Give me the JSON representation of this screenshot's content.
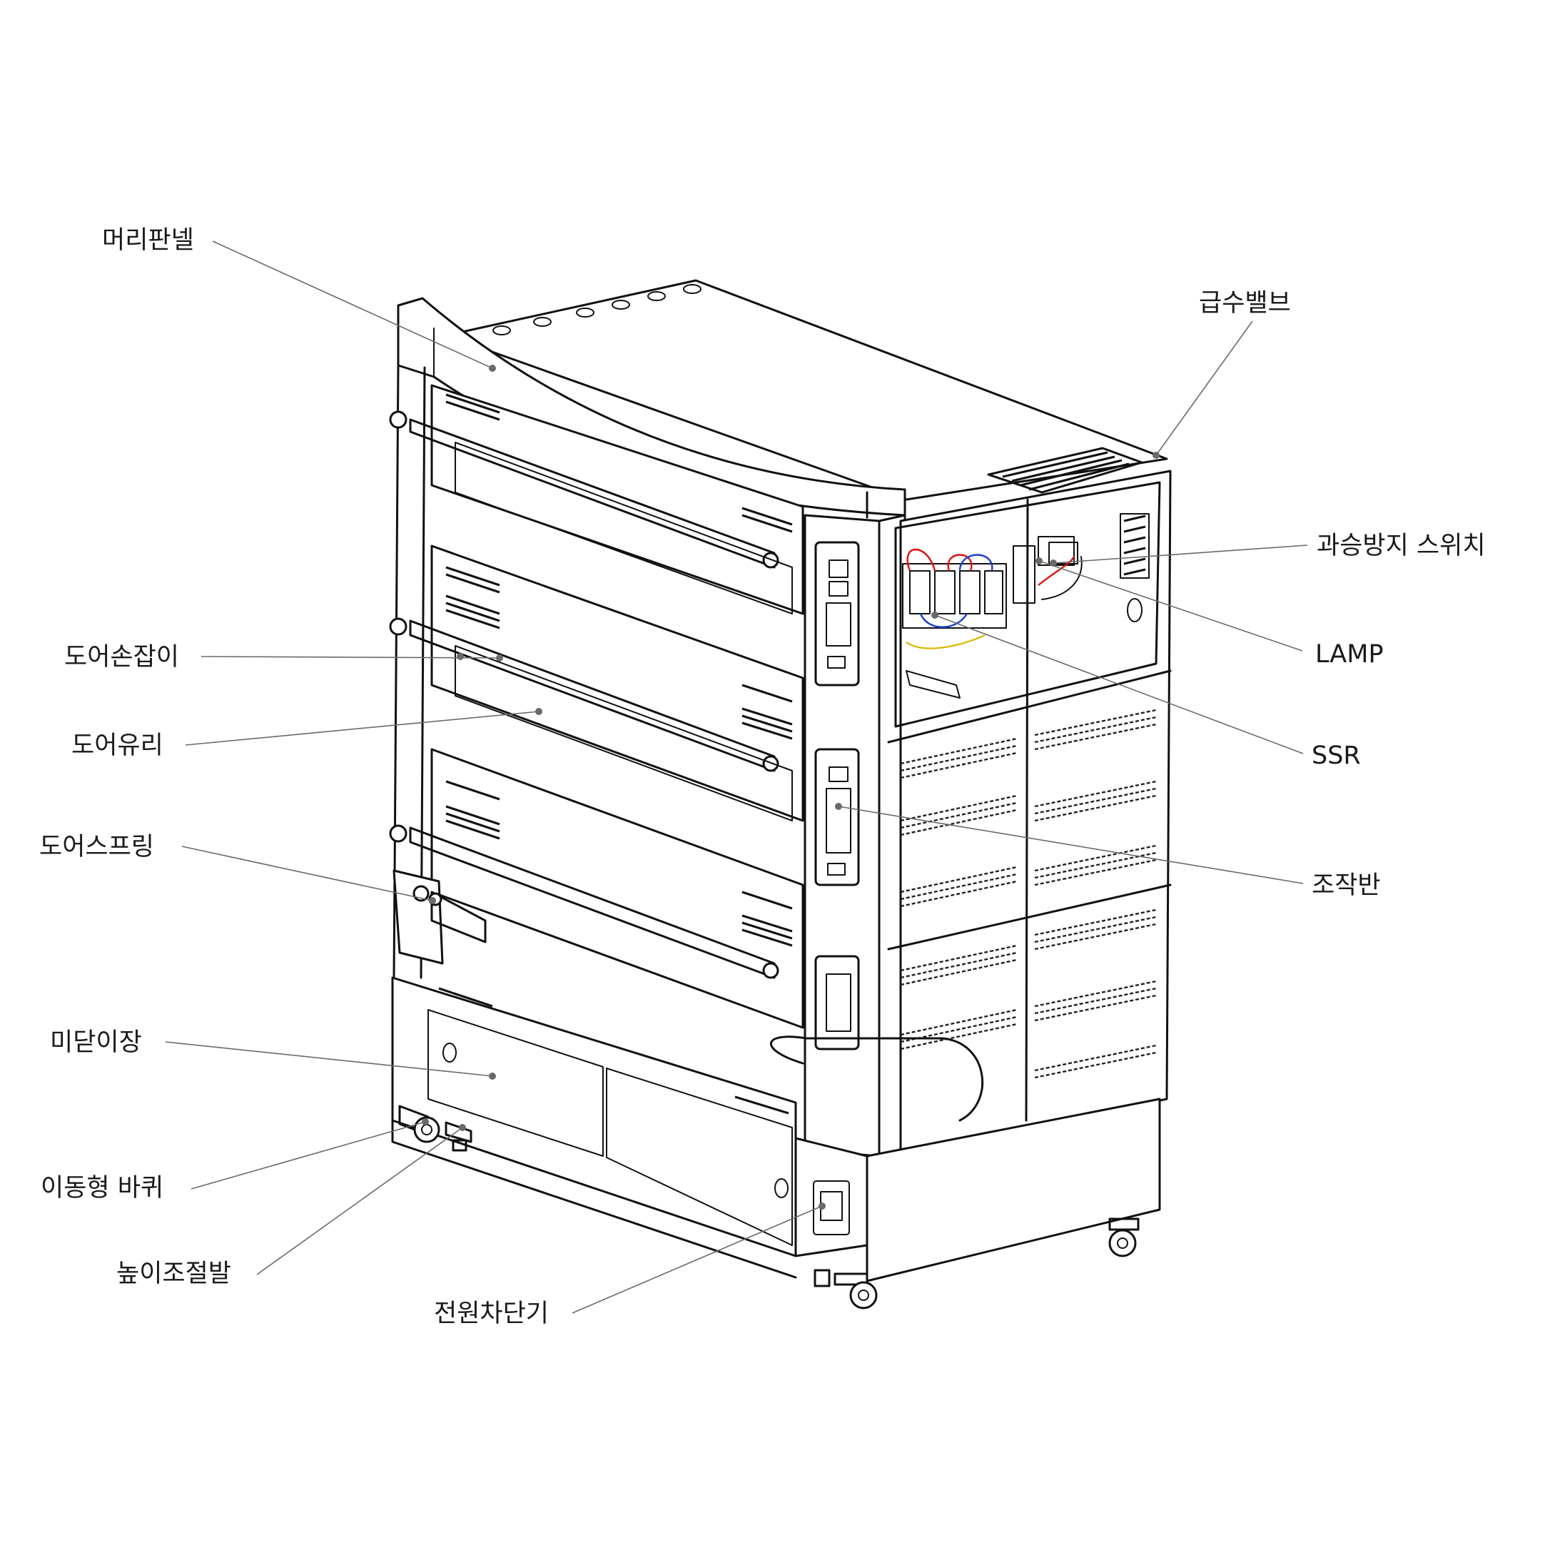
{
  "labels": {
    "head_panel": "머리판넬",
    "water_valve": "급수밸브",
    "overheat_switch": "과승방지 스위치",
    "lamp": "LAMP",
    "door_handle": "도어손잡이",
    "door_glass": "도어유리",
    "ssr": "SSR",
    "door_spring": "도어스프링",
    "control_panel": "조작반",
    "drawer": "미닫이장",
    "caster": "이동형 바퀴",
    "leveling_foot": "높이조절발",
    "breaker": "전원차단기"
  }
}
